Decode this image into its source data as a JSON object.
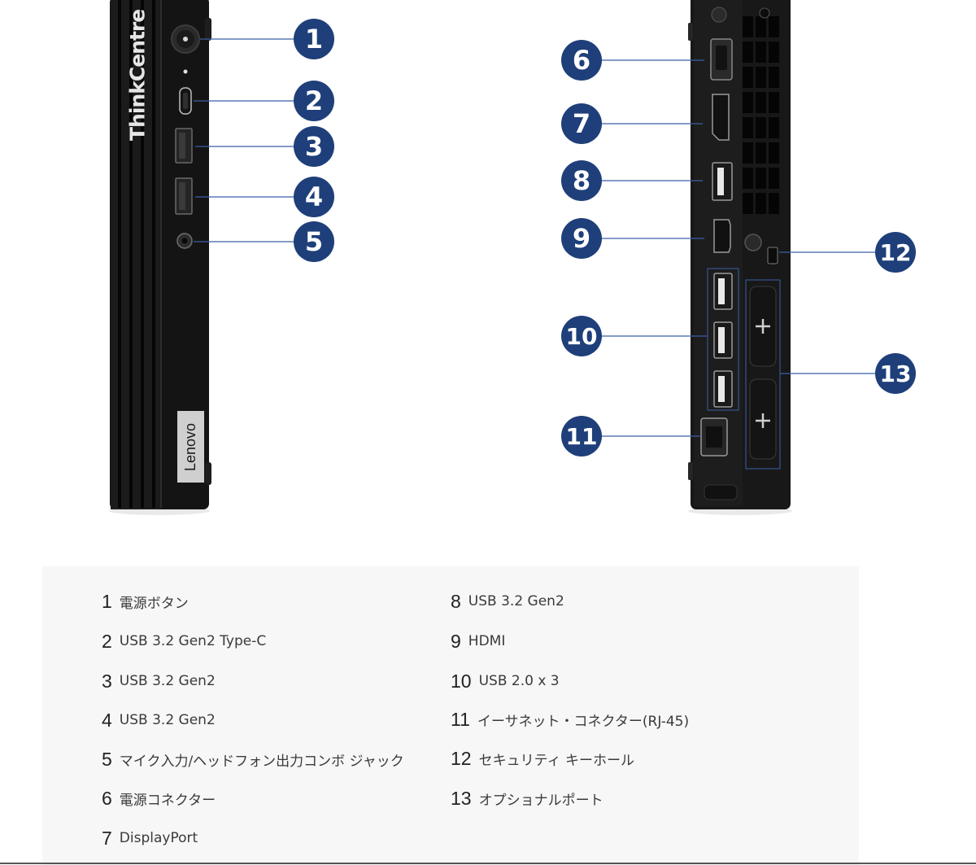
{
  "device": {
    "brand_text": "ThinkCentre",
    "badge_text": "Lenovo",
    "accent_color": "#1f3f7a"
  },
  "callouts": [
    "1",
    "2",
    "3",
    "4",
    "5",
    "6",
    "7",
    "8",
    "9",
    "10",
    "11",
    "12",
    "13"
  ],
  "specs": {
    "left": [
      {
        "num": "1",
        "label": "電源ボタン"
      },
      {
        "num": "2",
        "label": "USB 3.2 Gen2 Type-C"
      },
      {
        "num": "3",
        "label": "USB 3.2 Gen2"
      },
      {
        "num": "4",
        "label": "USB 3.2 Gen2"
      },
      {
        "num": "5",
        "label": "マイク入力/ヘッドフォン出力コンボ ジャック"
      },
      {
        "num": "6",
        "label": "電源コネクター"
      },
      {
        "num": "7",
        "label": "DisplayPort"
      }
    ],
    "right": [
      {
        "num": "8",
        "label": "USB 3.2 Gen2"
      },
      {
        "num": "9",
        "label": "HDMI"
      },
      {
        "num": "10",
        "label": "USB 2.0 x 3"
      },
      {
        "num": "11",
        "label": "イーサネット・コネクター(RJ-45)"
      },
      {
        "num": "12",
        "label": "セキュリティ キーホール"
      },
      {
        "num": "13",
        "label": "オプショナルポート"
      }
    ]
  }
}
